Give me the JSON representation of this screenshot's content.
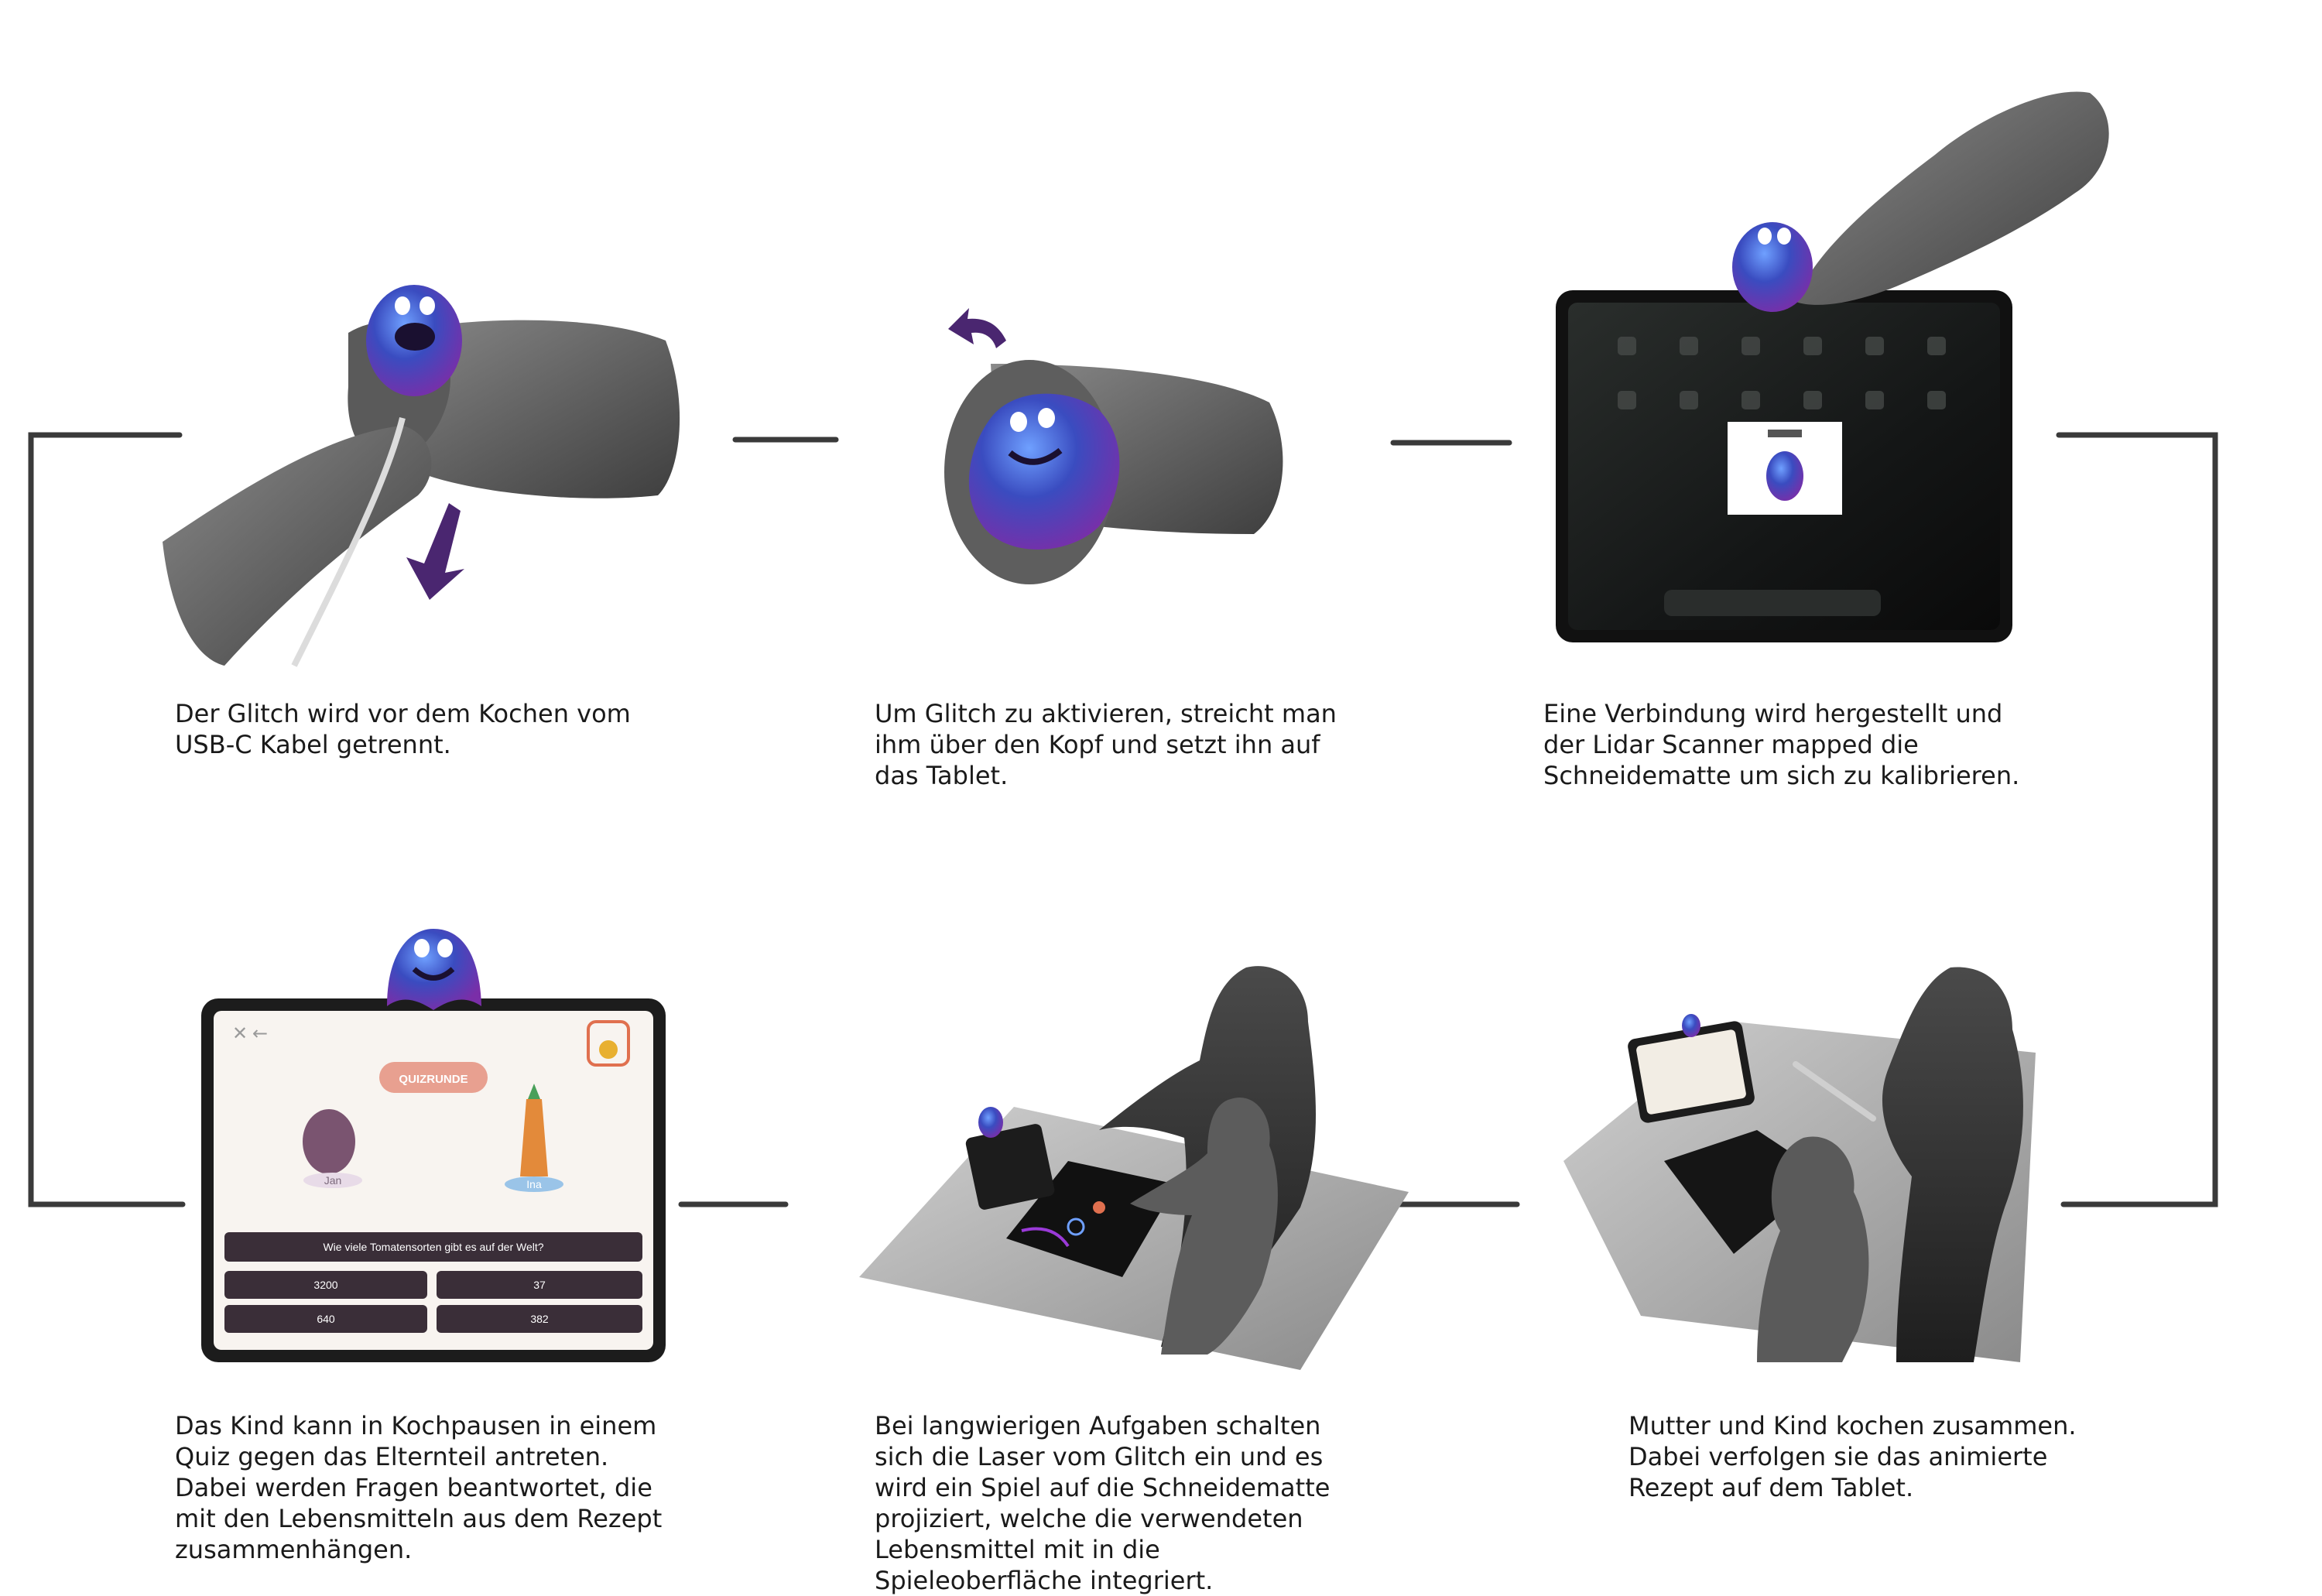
{
  "steps": [
    {
      "caption": "Der Glitch wird vor dem Kochen vom USB-C Kabel getrennt."
    },
    {
      "caption": "Um Glitch zu aktivieren, streicht man ihm über den Kopf und setzt ihn auf das Tab­let."
    },
    {
      "caption": "Eine Verbindung wird hergestellt und der Lidar Scanner mapped die Schneidematte um sich zu kalibrieren."
    },
    {
      "caption": "Das Kind kann in Kochpausen in einem Quiz gegen das Elternteil antreten. Dabei werden Fragen beantwortet, die mit den Lebensmitteln aus dem Rezept zusam­menhängen."
    },
    {
      "caption": "Bei langwierigen Aufgaben schalten sich die Laser vom Glitch ein und es wird ein Spiel auf die Schneidematte projiziert, welche die verwendeten Lebensmittel mit in die Spieleoberfläche integriert."
    },
    {
      "caption": "Mutter und Kind kochen zusammen. Da­bei verfolgen sie das animierte Rezept auf dem Tablet."
    }
  ],
  "quiz": {
    "title": "QUIZRUNDE",
    "player1": "Jan",
    "player2": "Ina",
    "question": "Wie viele Tomatensorten gibt es auf der Welt?",
    "answers": [
      "3200",
      "37",
      "640",
      "382"
    ]
  },
  "colors": {
    "arrow": "#4a2670",
    "glitch_main": "#3a4cc0",
    "glitch_accent": "#8a3ab8",
    "connector": "#333333",
    "quiz_badge": "#e8a090",
    "answer_bg": "#3a2e38"
  }
}
